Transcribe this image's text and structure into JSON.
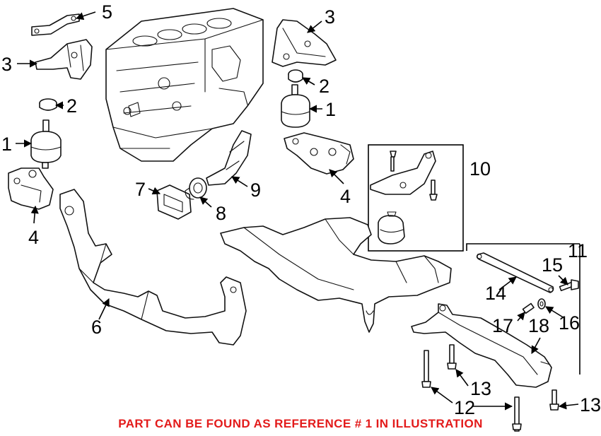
{
  "callouts": {
    "c1a": "1",
    "c1b": "1",
    "c2a": "2",
    "c2b": "2",
    "c3a": "3",
    "c3b": "3",
    "c4a": "4",
    "c4b": "4",
    "c5": "5",
    "c6": "6",
    "c7": "7",
    "c8": "8",
    "c9": "9",
    "c10": "10",
    "c11": "11",
    "c12": "12",
    "c13a": "13",
    "c13b": "13",
    "c14": "14",
    "c15": "15",
    "c16": "16",
    "c17": "17",
    "c18": "18"
  },
  "note": {
    "text": "PART CAN BE FOUND AS REFERENCE # 1 IN ILLUSTRATION",
    "color": "#e31b1b"
  }
}
